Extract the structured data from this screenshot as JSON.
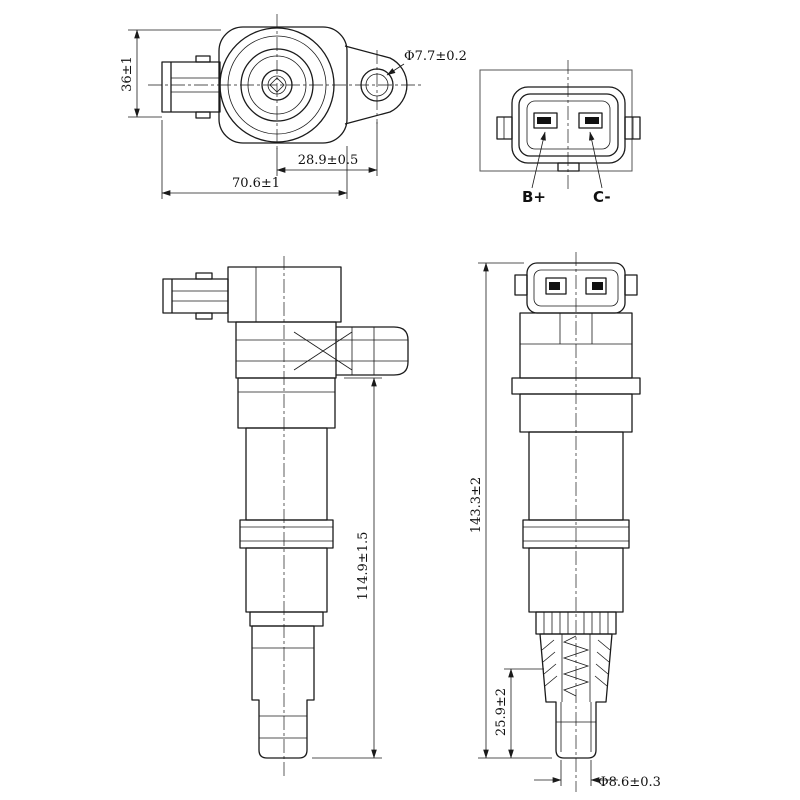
{
  "page": {
    "background": "#ffffff",
    "ink": "#1a1a1a"
  },
  "views": {
    "top": {
      "dim_height": "36±1",
      "dim_width": "70.6±1",
      "dim_hole_offset": "28.9±0.5",
      "dim_hole_dia": "Φ7.7±0.2"
    },
    "connector": {
      "label_positive": "B+",
      "label_signal": "C-"
    },
    "side": {
      "dim_length": "114.9±1.5"
    },
    "section": {
      "dim_total_length": "143.3±2",
      "dim_boot_length": "25.9±2",
      "dim_tip_dia": "Φ8.6±0.3"
    }
  }
}
